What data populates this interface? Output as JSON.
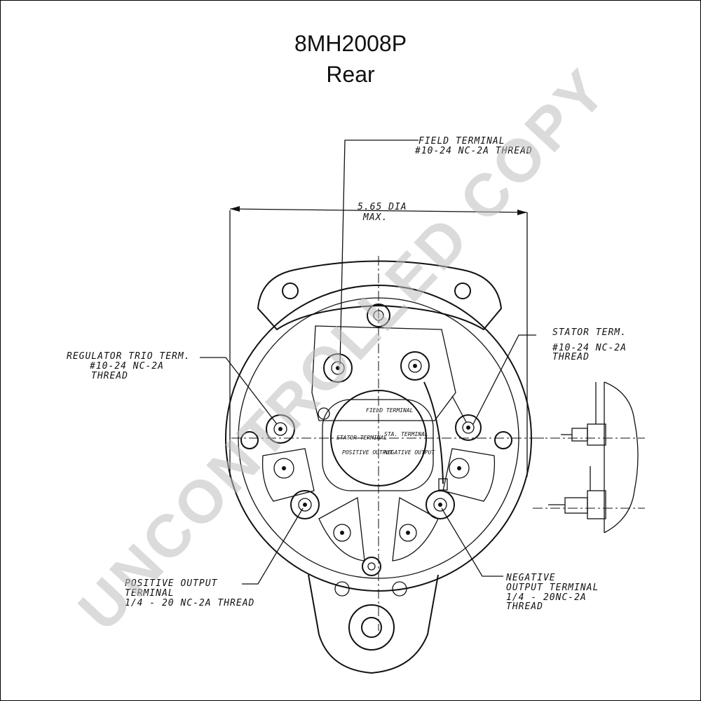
{
  "header": {
    "model": "8MH2008P",
    "view": "Rear"
  },
  "labels": {
    "field_terminal": [
      "FIELD TERMINAL",
      "#10-24 NC-2A THREAD"
    ],
    "dimension": [
      "5.65 DIA",
      "MAX."
    ],
    "stator_terminal": [
      "STATOR TERM.",
      "#10-24 NC-2A",
      "THREAD"
    ],
    "regulator_trio": [
      "REGULATOR TRIO TERM.",
      "#10-24 NC-2A",
      "THREAD"
    ],
    "positive_output": [
      "POSITIVE OUTPUT",
      "TERMINAL",
      "1/4 - 20 NC-2A THREAD"
    ],
    "negative_output": [
      "NEGATIVE",
      "OUTPUT TERMINAL",
      "1/4 - 20NC-2A",
      "THREAD"
    ],
    "center_plate": [
      "FIELD TERMINAL",
      "STATOR TERMINAL",
      "STA. TERMINAL",
      "POSITIVE OUTPUT",
      "NEGATIVE OUTPUT"
    ]
  },
  "watermark": "UNCONTROLLED COPY"
}
